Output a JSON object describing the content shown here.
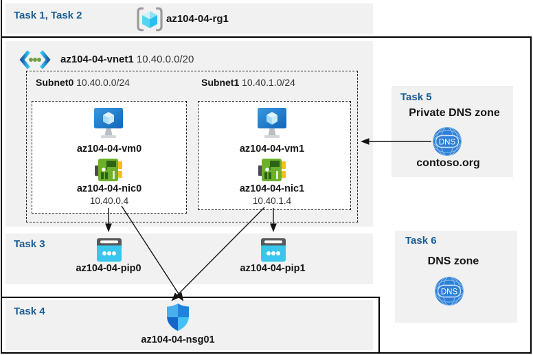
{
  "header": {
    "tasks_label": "Task 1, Task 2",
    "rg_name": "az104-04-rg1"
  },
  "vnet": {
    "name": "az104-04-vnet1",
    "cidr": "10.40.0.0/20",
    "subnets": [
      {
        "name": "Subnet0",
        "cidr": "10.40.0.0/24",
        "vm": "az104-04-vm0",
        "nic": "az104-04-nic0",
        "ip": "10.40.0.4"
      },
      {
        "name": "Subnet1",
        "cidr": "10.40.1.0/24",
        "vm": "az104-04-vm1",
        "nic": "az104-04-nic1",
        "ip": "10.40.1.4"
      }
    ]
  },
  "task3": {
    "label": "Task 3",
    "pip0": "az104-04-pip0",
    "pip1": "az104-04-pip1"
  },
  "task4": {
    "label": "Task 4",
    "nsg": "az104-04-nsg01"
  },
  "task5": {
    "label": "Task 5",
    "title": "Private DNS zone",
    "zone": "contoso.org",
    "icon_text": "DNS"
  },
  "task6": {
    "label": "Task 6",
    "title": "DNS zone",
    "icon_text": "DNS"
  },
  "icons": {
    "resource_group": "gray-brackets-with-cyan-cube",
    "vnet": "blue-angle-brackets-green-dots",
    "vm": "blue-monitor-with-cube",
    "nic": "green-circuit-board",
    "public_ip": "cyan-browser-with-dots",
    "nsg": "blue-quadrant-shield",
    "dns": "blue-globe-dns-badge"
  },
  "colors": {
    "task_label": "#1a5c94",
    "band_bg": "#f1f1f1",
    "line": "#141414",
    "text": "#151515",
    "subnet_bg": "#ffffff"
  }
}
